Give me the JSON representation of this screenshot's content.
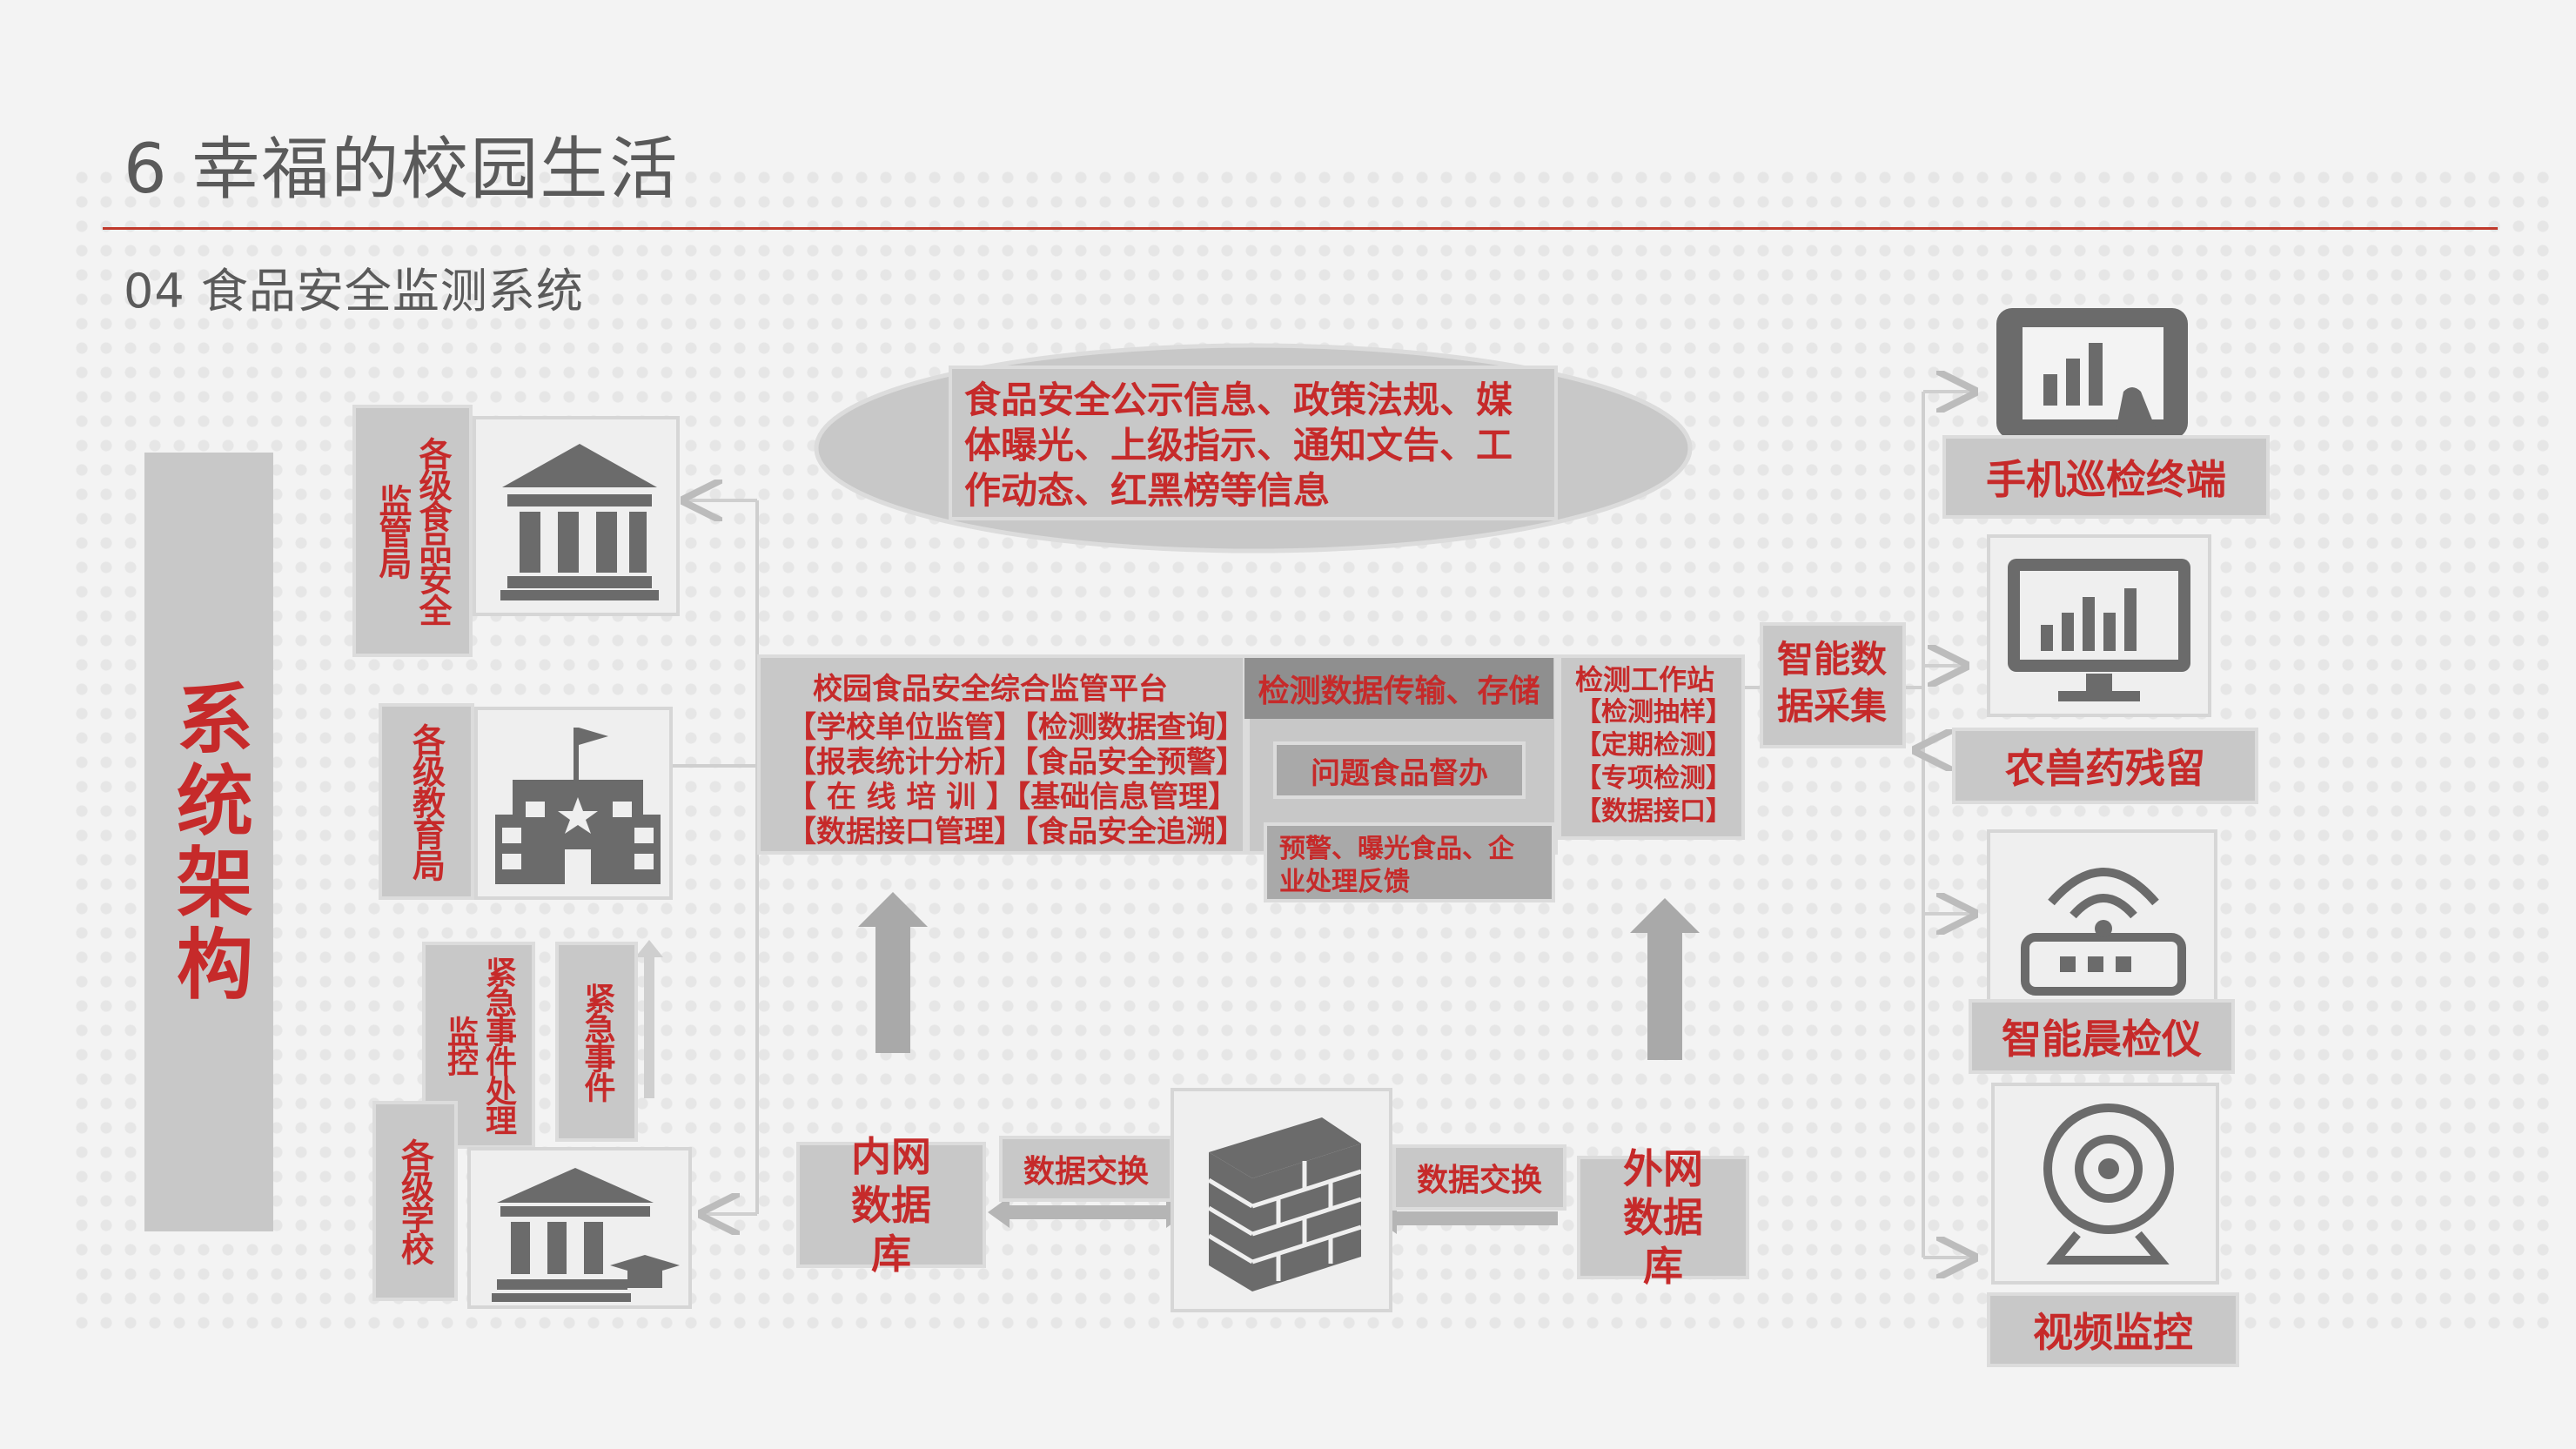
{
  "header": {
    "title": "6 幸福的校园生活",
    "subtitle": "04 食品安全监测系统"
  },
  "side_label": "系统架构",
  "ellipse_text": "食品安全公示信息、政策法规、媒体曝光、上级指示、通知文告、工作动态、红黑榜等信息",
  "authorities": {
    "market": "各级食品安全监管局",
    "education": "各级教育局",
    "schools": "各级学校",
    "emergency_handle": "紧急事件处理监控",
    "emergency": "紧急事件"
  },
  "platform": {
    "title": "校园食品安全综合监管平台",
    "lines": [
      "【学校单位监管】【检测数据查询】",
      "【报表统计分析】【食品安全预警】",
      "【 在 线 培 训 】【基础信息管理】",
      "【数据接口管理】【食品安全追溯】"
    ]
  },
  "middle": {
    "transfer": "检测数据传输、存储",
    "supervise": "问题食品督办",
    "warning": "预警、曝光食品、企业处理反馈"
  },
  "station": {
    "title": "检测工作站",
    "items": [
      "【检测抽样】",
      "【定期检测】",
      "【专项检测】",
      "【数据接口】"
    ]
  },
  "collect": "智能数据采集",
  "devices": [
    "手机巡检终端",
    "农兽药残留",
    "智能晨检仪",
    "视频监控"
  ],
  "network": {
    "intranet": "内网数据库",
    "extranet": "外网数据库",
    "exchange_left": "数据交换",
    "exchange_right": "数据交换"
  },
  "icons": [
    "bank-icon",
    "school-icon",
    "university-icon",
    "tablet-chart-icon",
    "monitor-chart-icon",
    "router-icon",
    "webcam-icon",
    "firewall-icon"
  ],
  "colors": {
    "accent": "#c62a2a",
    "box": "#c8c8c8",
    "icon": "#6b6b6b"
  }
}
